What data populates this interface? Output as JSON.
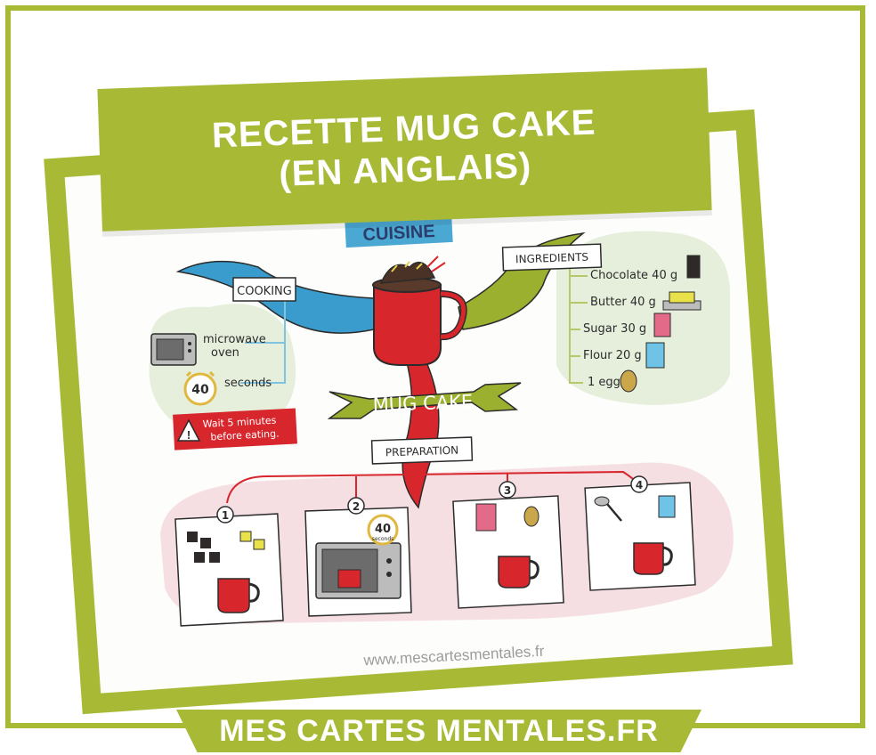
{
  "title": {
    "line1": "RECETTE MUG CAKE",
    "line2": "(EN ANGLAIS)"
  },
  "footer": {
    "brand": "MES CARTES MENTALES.FR"
  },
  "map": {
    "category": "CUISINE",
    "center": "MUG CAKE",
    "branches": {
      "cooking": {
        "label": "COOKING",
        "items": [
          "microwave",
          "oven",
          "seconds"
        ],
        "timer_value": "40",
        "warning": [
          "Wait 5 minutes",
          "before eating."
        ]
      },
      "ingredients": {
        "label": "INGREDIENTS",
        "items": [
          "Chocolate 40 g",
          "Butter 40 g",
          "Sugar 30 g",
          "Flour 20 g",
          "1 egg"
        ]
      },
      "preparation": {
        "label": "PREPARATION",
        "steps": [
          "1",
          "2",
          "3",
          "4"
        ],
        "step2_timer": "40",
        "step2_timer_unit": "seconds"
      }
    },
    "website": "www.mescartesmentales.fr"
  },
  "colors": {
    "green": "#a8ba35",
    "red": "#d8262d",
    "blue": "#3a9ccc",
    "olive": "#9bb02e"
  }
}
